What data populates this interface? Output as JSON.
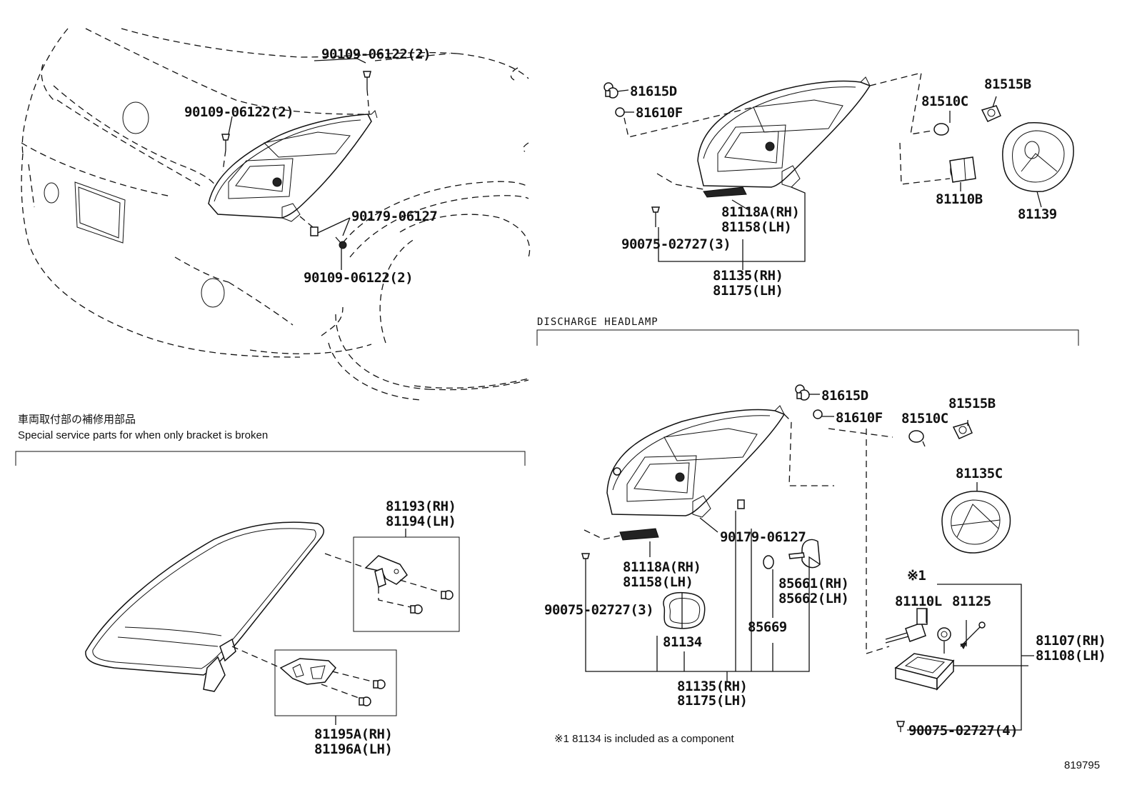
{
  "parts": {
    "p_90109_a": "90109-06122(2)",
    "p_90109_b": "90109-06122(2)",
    "p_90179_top": "90179-06127",
    "p_90109_c": "90109-06122(2)",
    "p_81615d_top": "81615D",
    "p_81610f_top": "81610F",
    "p_81515b_top": "81515B",
    "p_81510c_top": "81510C",
    "p_81110b": "81110B",
    "p_81139": "81139",
    "p_81118a_rh_top": "81118A(RH)",
    "p_81158_lh_top": "81158(LH)",
    "p_90075_top": "90075-02727(3)",
    "p_81135_rh_top": "81135(RH)",
    "p_81175_lh_top": "81175(LH)",
    "p_81193_rh": "81193(RH)",
    "p_81194_lh": "81194(LH)",
    "p_81195a_rh": "81195A(RH)",
    "p_81196a_lh": "81196A(LH)",
    "p_81615d_bot": "81615D",
    "p_81610f_bot": "81610F",
    "p_81515b_bot": "81515B",
    "p_81510c_bot": "81510C",
    "p_81135c": "81135C",
    "p_90179_bot": "90179-06127",
    "p_81118a_rh_bot": "81118A(RH)",
    "p_81158_lh_bot": "81158(LH)",
    "p_85661_rh": "85661(RH)",
    "p_85662_lh": "85662(LH)",
    "p_90075_bot3": "90075-02727(3)",
    "p_81134": "81134",
    "p_85669": "85669",
    "p_81135_rh_bot": "81135(RH)",
    "p_81175_lh_bot": "81175(LH)",
    "p_ref1": "※1",
    "p_81110l": "81110L",
    "p_81125": "81125",
    "p_81107_rh": "81107(RH)",
    "p_81108_lh": "81108(LH)",
    "p_90075_bot4": "90075-02727(4)"
  },
  "captions": {
    "discharge": "DISCHARGE HEADLAMP",
    "special_jp": "車両取付部の補修用部品",
    "special_en": "Special service parts for when only bracket is broken",
    "footnote": "※1 81134 is included as a component",
    "figure_id": "819795"
  }
}
